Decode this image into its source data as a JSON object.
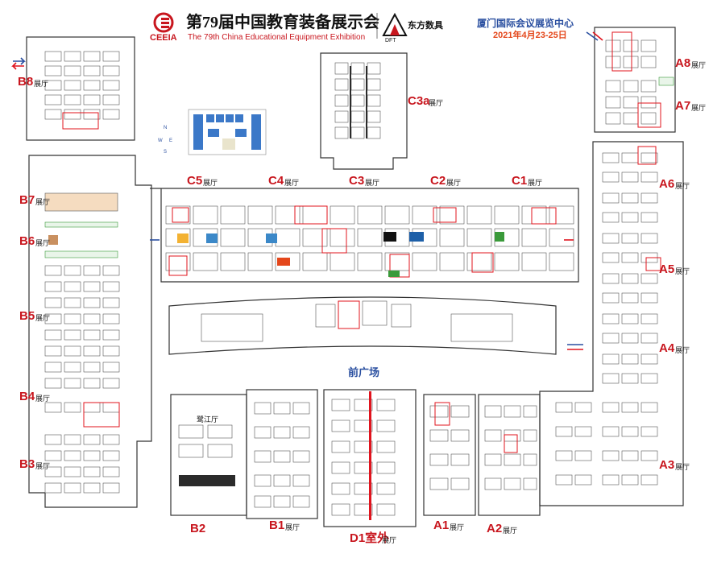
{
  "header": {
    "title_cn": "第79届中国教育装备展示会",
    "title_en": "The 79th China Educational Equipment Exhibition",
    "logo": "CEEIA",
    "partner_cn": "东方数具",
    "partner_en": "DFT",
    "venue": "厦门国际会议展览中心",
    "date": "2021年4月23-25日"
  },
  "hall_suffix": "展厅",
  "halls": [
    {
      "code": "B8"
    },
    {
      "code": "C3a"
    },
    {
      "code": "A8"
    },
    {
      "code": "A7"
    },
    {
      "code": "C5"
    },
    {
      "code": "C4"
    },
    {
      "code": "C3"
    },
    {
      "code": "C2"
    },
    {
      "code": "C1"
    },
    {
      "code": "A6"
    },
    {
      "code": "B7"
    },
    {
      "code": "B6"
    },
    {
      "code": "A5"
    },
    {
      "code": "B5"
    },
    {
      "code": "A4"
    },
    {
      "code": "B4"
    },
    {
      "code": "A3"
    },
    {
      "code": "B3"
    },
    {
      "code": "B2"
    },
    {
      "code": "B1"
    },
    {
      "code": "D1室外"
    },
    {
      "code": "A1"
    },
    {
      "code": "A2"
    }
  ],
  "plaza": "前广场",
  "hall_b2_inner": "鹭江厅",
  "compass": [
    "N",
    "E",
    "S",
    "W"
  ],
  "colors": {
    "hall_code": "#c8161e",
    "plaza": "#2a4fa0",
    "date": "#e4471b",
    "accent_blue": "#2a4fa0"
  }
}
